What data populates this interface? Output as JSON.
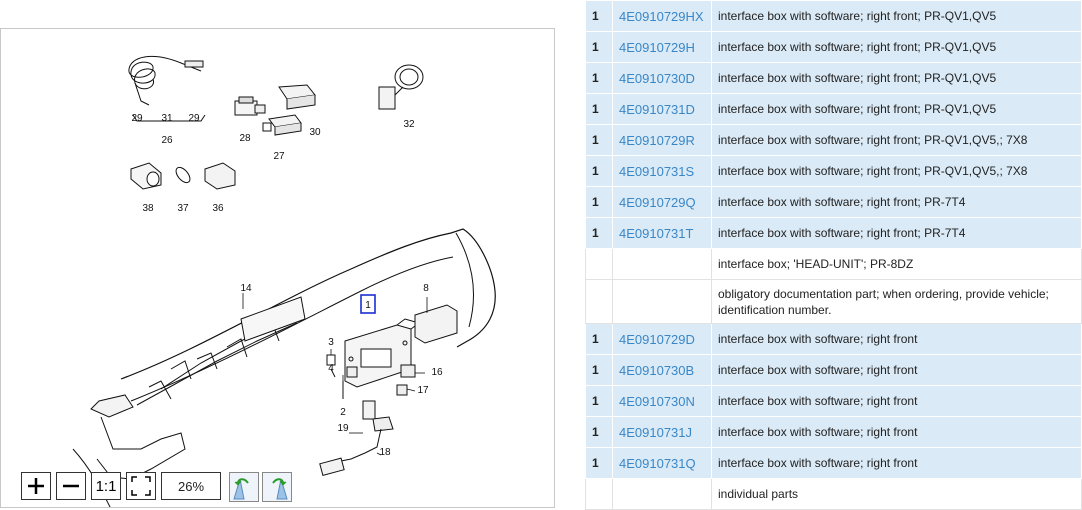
{
  "diagram": {
    "selected_label": "1",
    "callouts": [
      "29",
      "31",
      "29",
      "26",
      "28",
      "30",
      "27",
      "32",
      "38",
      "37",
      "36",
      "14",
      "8",
      "3",
      "4",
      "16",
      "17",
      "2",
      "19",
      "18"
    ]
  },
  "zoom": {
    "zoom_in_label": "+",
    "zoom_out_label": "−",
    "actual_size_label": "1:1",
    "level": "26%"
  },
  "parts": [
    {
      "qty": "1",
      "part": "4E0910729HX",
      "desc": "interface box with software; right front; PR-QV1,QV5",
      "highlight": true
    },
    {
      "qty": "1",
      "part": "4E0910729H",
      "desc": "interface box with software; right front; PR-QV1,QV5",
      "highlight": true
    },
    {
      "qty": "1",
      "part": "4E0910730D",
      "desc": "interface box with software; right front; PR-QV1,QV5",
      "highlight": true
    },
    {
      "qty": "1",
      "part": "4E0910731D",
      "desc": "interface box with software; right front; PR-QV1,QV5",
      "highlight": true
    },
    {
      "qty": "1",
      "part": "4E0910729R",
      "desc": "interface box with software; right front; PR-QV1,QV5,; 7X8",
      "highlight": true
    },
    {
      "qty": "1",
      "part": "4E0910731S",
      "desc": "interface box with software; right front; PR-QV1,QV5,; 7X8",
      "highlight": true
    },
    {
      "qty": "1",
      "part": "4E0910729Q",
      "desc": "interface box with software; right front; PR-7T4",
      "highlight": true
    },
    {
      "qty": "1",
      "part": "4E0910731T",
      "desc": "interface box with software; right front; PR-7T4",
      "highlight": true
    },
    {
      "qty": "",
      "part": "",
      "desc": "interface box; 'HEAD-UNIT'; PR-8DZ",
      "highlight": false
    },
    {
      "qty": "",
      "part": "",
      "desc": "obligatory documentation part; when ordering, provide vehicle; identification number.",
      "highlight": false
    },
    {
      "qty": "1",
      "part": "4E0910729D",
      "desc": "interface box with software; right front",
      "highlight": true
    },
    {
      "qty": "1",
      "part": "4E0910730B",
      "desc": "interface box with software; right front",
      "highlight": true
    },
    {
      "qty": "1",
      "part": "4E0910730N",
      "desc": "interface box with software; right front",
      "highlight": true
    },
    {
      "qty": "1",
      "part": "4E0910731J",
      "desc": "interface box with software; right front",
      "highlight": true
    },
    {
      "qty": "1",
      "part": "4E0910731Q",
      "desc": "interface box with software; right front",
      "highlight": true
    },
    {
      "qty": "",
      "part": "",
      "desc": "individual parts",
      "highlight": false
    }
  ]
}
